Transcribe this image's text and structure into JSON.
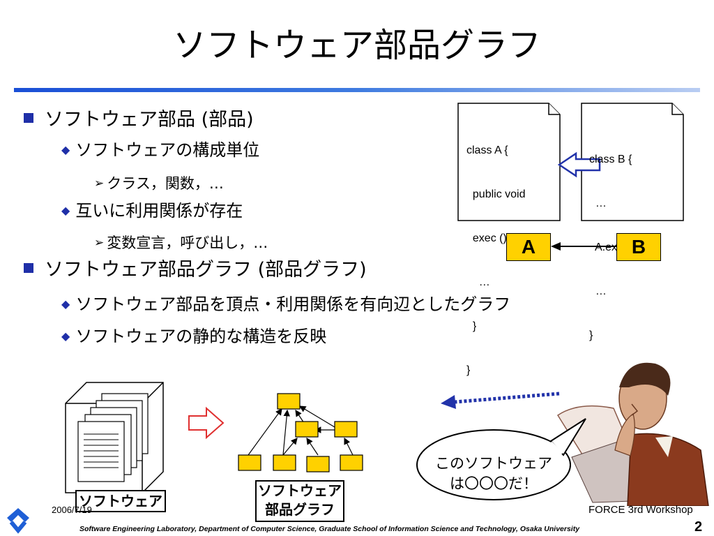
{
  "title": "ソフトウェア部品グラフ",
  "bullets": [
    {
      "text": "ソフトウェア部品 (部品)"
    },
    {
      "text": "ソフトウェアの構成単位"
    },
    {
      "text": "クラス，関数，…"
    },
    {
      "text": "互いに利用関係が存在"
    },
    {
      "text": "変数宣言，呼び出し，…"
    },
    {
      "text": "ソフトウェア部品グラフ (部品グラフ)"
    },
    {
      "text": "ソフトウェア部品を頂点・利用関係を有向辺としたグラフ"
    },
    {
      "text": "ソフトウェアの静的な構造を反映"
    }
  ],
  "codeA": [
    "class A {",
    "  public void",
    "  exec () {",
    "    …",
    "  }",
    "}"
  ],
  "codeB": [
    "class B {",
    "  …",
    "  A.exec();",
    "  …",
    "}"
  ],
  "labelA": "A",
  "labelB": "B",
  "caption_software": "ソフトウェア",
  "caption_graph": [
    "ソフトウェア",
    "部品グラフ"
  ],
  "speech": [
    "このソフトウェア",
    "は〇〇〇だ！"
  ],
  "footer": {
    "date": "2006/7/19",
    "workshop": "FORCE 3rd Workshop",
    "lab": "Software Engineering Laboratory,  Department of Computer Science,  Graduate School of Information Science and Technology,  Osaka University",
    "page": "2"
  },
  "colors": {
    "accent": "#1f2fa8",
    "node": "#ffd100",
    "arrow": "#e03030",
    "dotted": "#2233aa"
  }
}
